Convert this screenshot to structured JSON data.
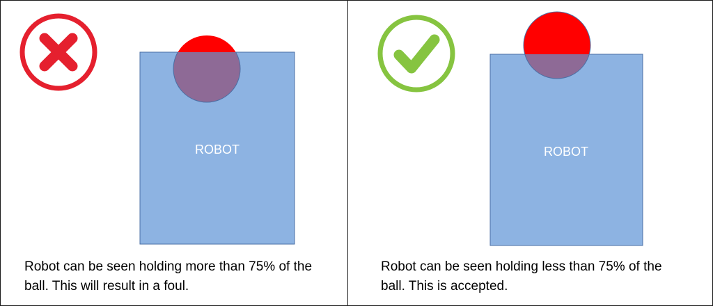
{
  "panels": [
    {
      "verdict": "incorrect",
      "icon": "cross-icon",
      "icon_color": "#e5202e",
      "robot_label": "ROBOT",
      "robot_holds_fraction_of_ball_more_than": 0.75,
      "caption": "Robot can be seen holding more than 75% of the ball. This will result in a foul."
    },
    {
      "verdict": "correct",
      "icon": "check-icon",
      "icon_color": "#86c440",
      "robot_label": "ROBOT",
      "robot_holds_fraction_of_ball_less_than": 0.75,
      "caption": "Robot can be seen holding less than 75% of the ball. This is accepted."
    }
  ],
  "colors": {
    "robot_fill": "#8db3e2",
    "robot_stroke": "#4a6fa5",
    "ball_fill": "#ff0000",
    "overlap_fill": "#8e6a96"
  }
}
